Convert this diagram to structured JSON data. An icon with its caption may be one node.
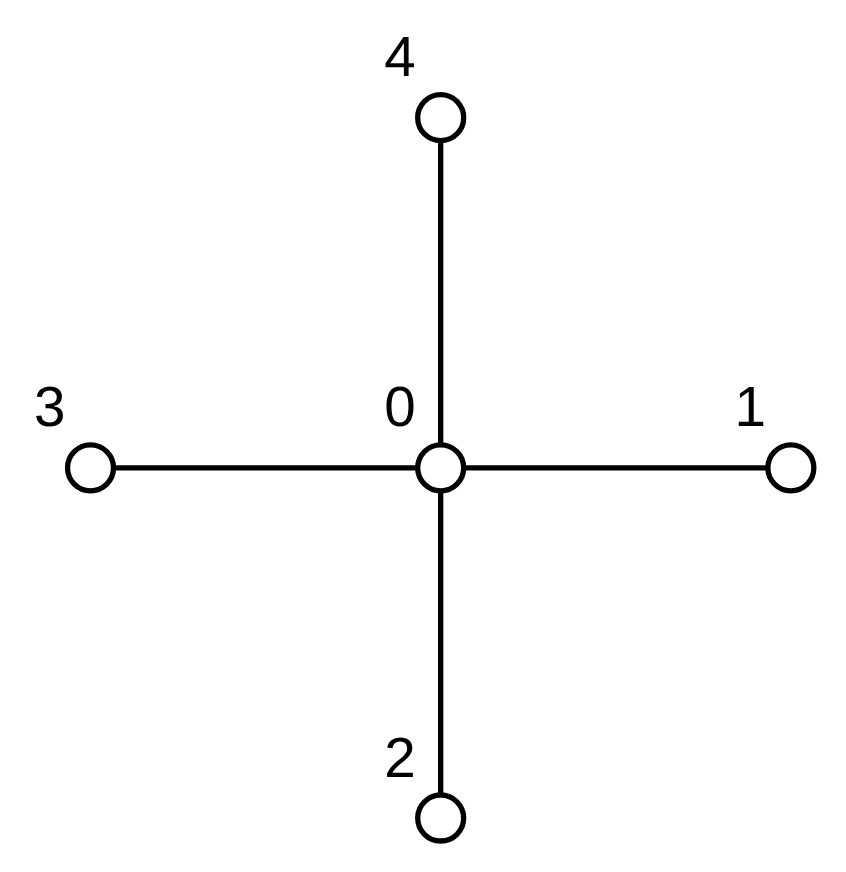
{
  "diagram": {
    "nodes": [
      {
        "text": [],
        "shape": "circle",
        "beside": [
          "4"
        ]
      },
      {
        "text": [],
        "shape": "circle",
        "beside": [
          "3"
        ]
      },
      {
        "text": [],
        "shape": "circle",
        "beside": [
          "0"
        ]
      },
      {
        "text": [],
        "shape": "circle",
        "beside": [
          "1"
        ]
      },
      {
        "text": [],
        "shape": "circle",
        "beside": [
          "2"
        ]
      }
    ],
    "edges": [
      {
        "from": 0,
        "to": 2,
        "arrow": "none"
      },
      {
        "from": 1,
        "to": 2,
        "arrow": "none"
      },
      {
        "from": 2,
        "to": 3,
        "arrow": "none"
      },
      {
        "from": 2,
        "to": 4,
        "arrow": "none"
      }
    ]
  }
}
